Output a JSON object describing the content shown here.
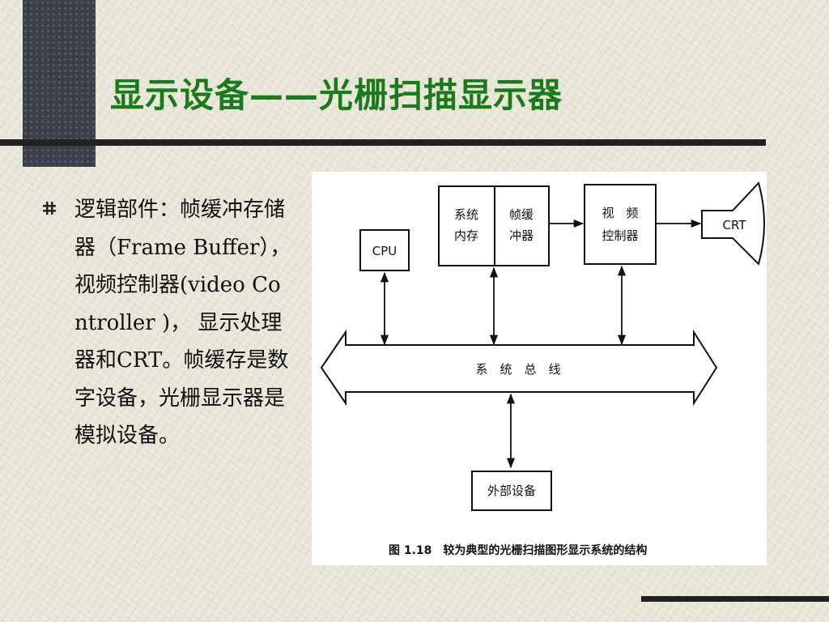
{
  "slide": {
    "title": "显示设备——光栅扫描显示器",
    "bullet": "逻辑部件：帧缓冲存储器（Frame Buffer），视频控制器(video Controller )， 显示处理器和CRT。帧缓存是数字设备，光栅显示器是模拟设备。"
  },
  "diagram": {
    "cpu": "CPU",
    "system_memory_line1": "系统",
    "system_memory_line2": "内存",
    "frame_buffer_line1": "帧缓",
    "frame_buffer_line2": "冲器",
    "video_controller_line1": "视　频",
    "video_controller_line2": "控制器",
    "crt": "CRT",
    "system_bus": "系　统　总　线",
    "peripheral": "外部设备",
    "caption": "图 1.18　较为典型的光栅扫描图形显示系统的结构"
  },
  "colors": {
    "title": "#1b7a1b",
    "background": "#e8e6d8",
    "dark_block": "#3a3f4a"
  }
}
